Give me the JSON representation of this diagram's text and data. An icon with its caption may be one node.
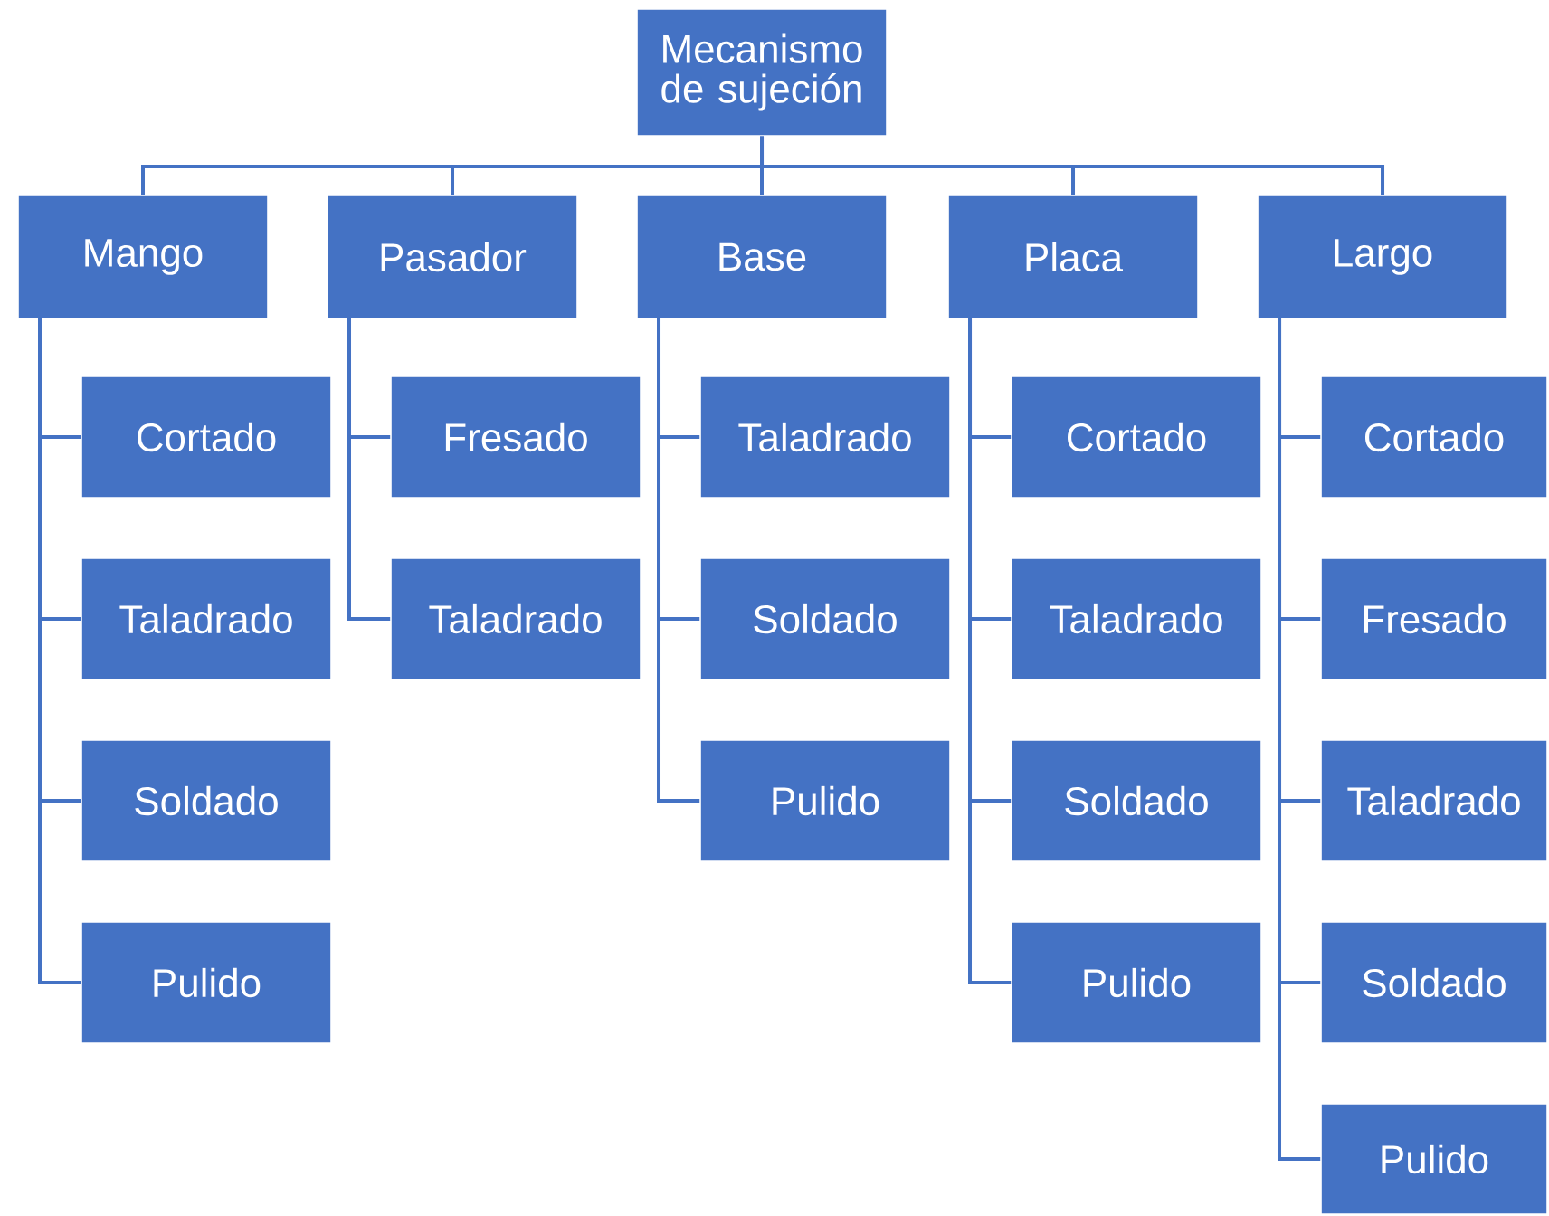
{
  "diagram": {
    "nodes": [
      {
        "text": [
          "Mecanismo de sujeción"
        ]
      },
      {
        "text": [
          "Mango"
        ]
      },
      {
        "text": [
          "Pasador"
        ]
      },
      {
        "text": [
          "Base"
        ]
      },
      {
        "text": [
          "Placa"
        ]
      },
      {
        "text": [
          "Largo"
        ]
      },
      {
        "text": [
          "Cortado"
        ]
      },
      {
        "text": [
          "Taladrado"
        ]
      },
      {
        "text": [
          "Soldado"
        ]
      },
      {
        "text": [
          "Pulido"
        ]
      },
      {
        "text": [
          "Fresado"
        ]
      },
      {
        "text": [
          "Taladrado"
        ]
      },
      {
        "text": [
          "Taladrado"
        ]
      },
      {
        "text": [
          "Soldado"
        ]
      },
      {
        "text": [
          "Pulido"
        ]
      },
      {
        "text": [
          "Cortado"
        ]
      },
      {
        "text": [
          "Taladrado"
        ]
      },
      {
        "text": [
          "Soldado"
        ]
      },
      {
        "text": [
          "Pulido"
        ]
      },
      {
        "text": [
          "Cortado"
        ]
      },
      {
        "text": [
          "Fresado"
        ]
      },
      {
        "text": [
          "Taladrado"
        ]
      },
      {
        "text": [
          "Soldado"
        ]
      },
      {
        "text": [
          "Pulido"
        ]
      }
    ],
    "edges": [
      {
        "from": 0,
        "to": 1,
        "arrow": "none"
      },
      {
        "from": 0,
        "to": 2,
        "arrow": "none"
      },
      {
        "from": 0,
        "to": 3,
        "arrow": "none"
      },
      {
        "from": 0,
        "to": 4,
        "arrow": "none"
      },
      {
        "from": 0,
        "to": 5,
        "arrow": "none"
      },
      {
        "from": 1,
        "to": 6,
        "arrow": "none"
      },
      {
        "from": 1,
        "to": 7,
        "arrow": "none"
      },
      {
        "from": 1,
        "to": 8,
        "arrow": "none"
      },
      {
        "from": 1,
        "to": 9,
        "arrow": "none"
      },
      {
        "from": 2,
        "to": 10,
        "arrow": "none"
      },
      {
        "from": 2,
        "to": 11,
        "arrow": "none"
      },
      {
        "from": 3,
        "to": 12,
        "arrow": "none"
      },
      {
        "from": 3,
        "to": 13,
        "arrow": "none"
      },
      {
        "from": 3,
        "to": 14,
        "arrow": "none"
      },
      {
        "from": 4,
        "to": 15,
        "arrow": "none"
      },
      {
        "from": 4,
        "to": 16,
        "arrow": "none"
      },
      {
        "from": 4,
        "to": 17,
        "arrow": "none"
      },
      {
        "from": 4,
        "to": 18,
        "arrow": "none"
      },
      {
        "from": 5,
        "to": 19,
        "arrow": "none"
      },
      {
        "from": 5,
        "to": 20,
        "arrow": "none"
      },
      {
        "from": 5,
        "to": 21,
        "arrow": "none"
      },
      {
        "from": 5,
        "to": 22,
        "arrow": "none"
      },
      {
        "from": 5,
        "to": 23,
        "arrow": "none"
      }
    ]
  }
}
